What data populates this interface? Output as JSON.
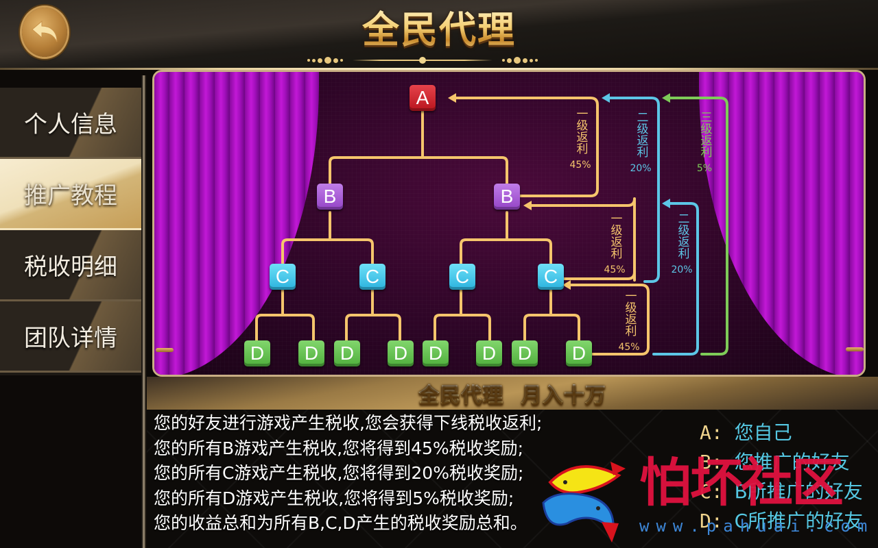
{
  "header": {
    "title": "全民代理",
    "back_icon": "back-arrow-icon"
  },
  "sidebar": {
    "items": [
      {
        "label": "个人信息",
        "active": false
      },
      {
        "label": "推广教程",
        "active": true
      },
      {
        "label": "税收明细",
        "active": false
      },
      {
        "label": "团队详情",
        "active": false
      }
    ]
  },
  "diagram": {
    "nodes": {
      "a": "A",
      "b": "B",
      "c": "C",
      "d": "D"
    },
    "labels": [
      {
        "text": "一级返利",
        "pct": "45%",
        "color": "#f5c56c"
      },
      {
        "text": "二级返利",
        "pct": "20%",
        "color": "#5cc6e6"
      },
      {
        "text": "三级返利",
        "pct": "5%",
        "color": "#7ecb58"
      },
      {
        "text": "一级返利",
        "pct": "45%",
        "color": "#f5c56c"
      },
      {
        "text": "二级返利",
        "pct": "20%",
        "color": "#5cc6e6"
      },
      {
        "text": "一级返利",
        "pct": "45%",
        "color": "#f5c56c"
      }
    ],
    "colors": {
      "level1": "#f5c56c",
      "level2": "#5cc6e6",
      "level3": "#7ecb58"
    }
  },
  "slogan": "全民代理 月入十万",
  "description": {
    "lines": [
      "您的好友进行游戏产生税收,您会获得下线税收返利;",
      "您的所有B游戏产生税收,您将得到45%税收奖励;",
      "您的所有C游戏产生税收,您将得到20%税收奖励;",
      "您的所有D游戏产生税收,您将得到5%税收奖励;",
      "您的收益总和为所有B,C,D产生的税收奖励总和。"
    ]
  },
  "legend": [
    {
      "key": "A:",
      "value": "您自己"
    },
    {
      "key": "B:",
      "value": "您推广的好友"
    },
    {
      "key": "C:",
      "value": "B所推广的好友"
    },
    {
      "key": "D:",
      "value": "C所推广的好友"
    }
  ],
  "watermark": {
    "text": "怕坏社区",
    "url": "www.pahuai.com"
  }
}
